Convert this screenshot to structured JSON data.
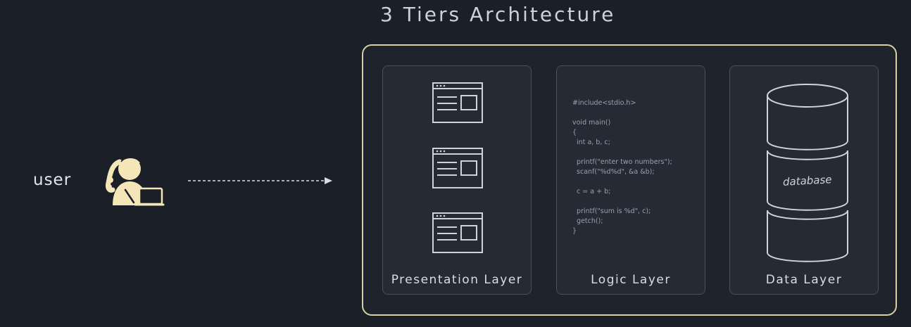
{
  "title": "3 Tiers Architecture",
  "user": {
    "label": "user",
    "icon": "person-with-laptop-icon"
  },
  "layers": [
    {
      "label": "Presentation Layer",
      "icon": "browser-window-icon"
    },
    {
      "label": "Logic Layer",
      "icon": "code-icon"
    },
    {
      "label": "Data Layer",
      "icon": "database-icon"
    }
  ],
  "logic_code": [
    "#include<stdio.h>",
    "",
    "void main()",
    "{",
    "  int a, b, c;",
    "",
    "  printf(\"enter two numbers\");",
    "  scanf(\"%d%d\", &a &b);",
    "",
    "  c = a + b;",
    "",
    "  printf(\"sum is %d\", c);",
    "  getch();",
    "}"
  ],
  "database_label": "database",
  "colors": {
    "background": "#1b1f27",
    "outer_border": "#d8cfa2",
    "user_icon": "#f5e6b8",
    "panel_border": "#4a505c"
  }
}
